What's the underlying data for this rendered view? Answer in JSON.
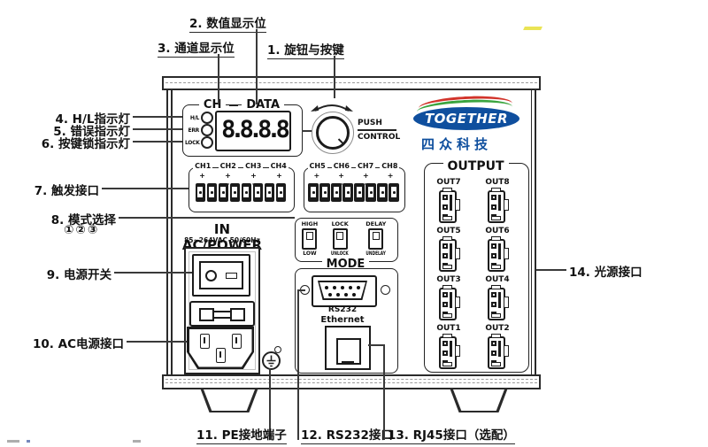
{
  "callouts": {
    "c1": {
      "text": "1. 旋钮与按键"
    },
    "c2": {
      "text": "2. 数值显示位"
    },
    "c3": {
      "text": "3. 通道显示位"
    },
    "c4": {
      "text": "4. H/L指示灯"
    },
    "c5": {
      "text": "5. 错误指示灯"
    },
    "c6": {
      "text": "6. 按键锁指示灯"
    },
    "c7": {
      "text": "7. 触发接口"
    },
    "c8": {
      "text": "8. 模式选择",
      "sub": "①②③"
    },
    "c9": {
      "text": "9. 电源开关"
    },
    "c10": {
      "text": "10. AC电源接口"
    },
    "c11": {
      "text": "11. PE接地端子"
    },
    "c12": {
      "text": "12. RS232接口"
    },
    "c13": {
      "text": "13. RJ45接口（选配）"
    },
    "c14": {
      "text": "14. 光源接口"
    }
  },
  "display": {
    "group_label_ch": "CH",
    "group_label_data": "DATA",
    "digits": "8.8.8.8",
    "leds": [
      {
        "label": "H/L"
      },
      {
        "label": "ERR"
      },
      {
        "label": "LOCK"
      }
    ]
  },
  "knob": {
    "line1": "PUSH",
    "line2": "CONTROL"
  },
  "logo": {
    "brand": "TOGETHER",
    "company": "四众科技"
  },
  "trigger": {
    "polarity": "+ -",
    "blocks": [
      {
        "channels": [
          "CH1",
          "CH2",
          "CH3",
          "CH4"
        ]
      },
      {
        "channels": [
          "CH5",
          "CH6",
          "CH7",
          "CH8"
        ]
      }
    ]
  },
  "mode": {
    "label": "MODE",
    "switches": [
      {
        "top": "HIGH",
        "bottom": "LOW"
      },
      {
        "top": "LOCK",
        "bottom": "UNLOCK"
      },
      {
        "top": "DELAY",
        "bottom": "UNDELAY"
      }
    ]
  },
  "power": {
    "title": "IN AC/POWER",
    "subtitle": "85~264VAC 50/60Hz"
  },
  "comms": {
    "rs232": "RS232",
    "ethernet": "Ethernet"
  },
  "output": {
    "label": "OUTPUT",
    "rows": [
      [
        "OUT7",
        "OUT8"
      ],
      [
        "OUT5",
        "OUT6"
      ],
      [
        "OUT3",
        "OUT4"
      ],
      [
        "OUT1",
        "OUT2"
      ]
    ]
  },
  "colors": {
    "line": "#2a2a2a",
    "logo_blue": "#0f4f9e",
    "logo_red": "#d2342b",
    "logo_green": "#3aa43e"
  }
}
